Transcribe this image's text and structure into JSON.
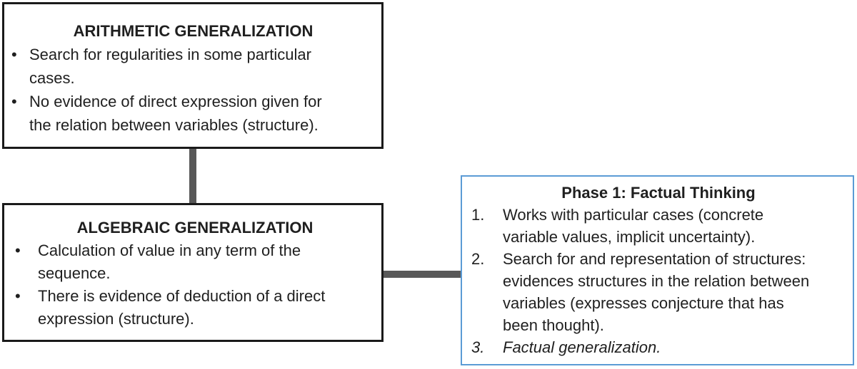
{
  "diagram": {
    "colors": {
      "background": "#ffffff",
      "box_border_black": "#1a1a1a",
      "box_border_blue": "#5b9bd5",
      "connector_gray": "#585858",
      "text": "#1f1f1f"
    },
    "arithmetic": {
      "title": "ARITHMETIC GENERALIZATION",
      "items": [
        {
          "marker": "•",
          "text": "Search for regularities in some particular\ncases."
        },
        {
          "marker": "•",
          "text": "No evidence of direct expression given for\nthe relation between variables (structure)."
        }
      ]
    },
    "algebraic": {
      "title": "ALGEBRAIC GENERALIZATION",
      "items": [
        {
          "marker": "•",
          "text": "Calculation of value in any term of the\nsequence."
        },
        {
          "marker": "•",
          "text": "There is evidence of deduction of a direct\nexpression (structure)."
        }
      ]
    },
    "phase1": {
      "title": "Phase 1: Factual Thinking",
      "items": [
        {
          "marker": "1.",
          "text": "Works with particular cases (concrete\nvariable values, implicit uncertainty)."
        },
        {
          "marker": "2.",
          "text": "Search for and representation of structures:\nevidences structures in the relation between\nvariables (expresses conjecture that has\nbeen thought)."
        },
        {
          "marker": "3.",
          "text": "Factual generalization."
        }
      ]
    }
  }
}
